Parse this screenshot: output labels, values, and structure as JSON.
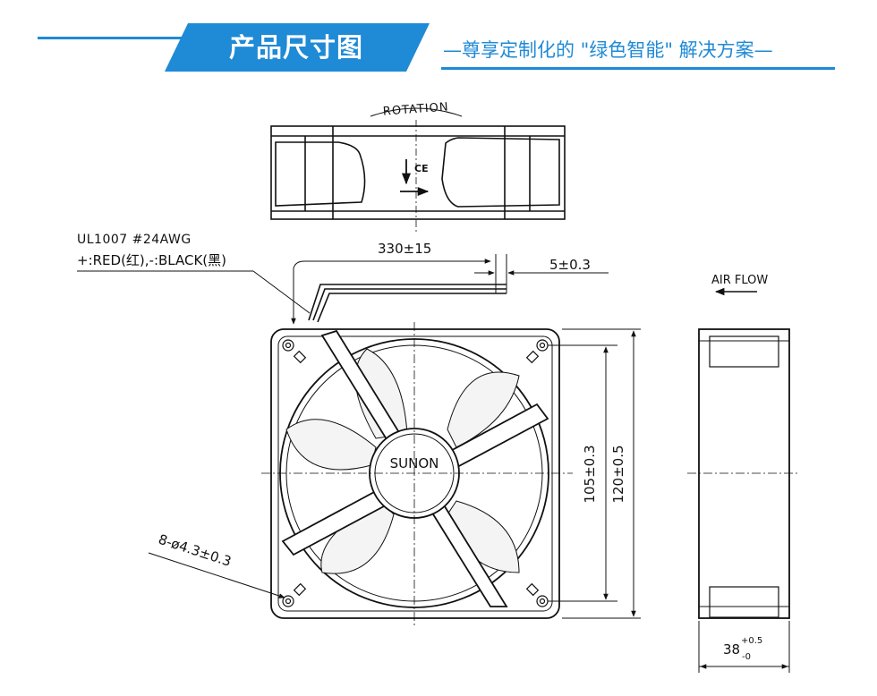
{
  "header": {
    "title": "产品尺寸图",
    "subtitle": "—尊享定制化的 \"绿色智能\" 解决方案—",
    "accent_color": "#1f8ad6"
  },
  "drawing": {
    "rotation_label": "ROTATION",
    "ce_mark": "CE",
    "wire_spec": "UL1007  #24AWG",
    "wire_colors": "+:RED(红),-:BLACK(黑)",
    "lead_length": "330±15",
    "strip_length": "5±0.3",
    "airflow_label": "AIR  FLOW",
    "hub_label": "SUNON",
    "hole_spacing": "105±0.3",
    "frame_size": "120±0.5",
    "mounting_holes": "8-ø4.3±0.3",
    "depth_base": "38",
    "depth_tol_plus": "+0.5",
    "depth_tol_minus": "-0"
  }
}
